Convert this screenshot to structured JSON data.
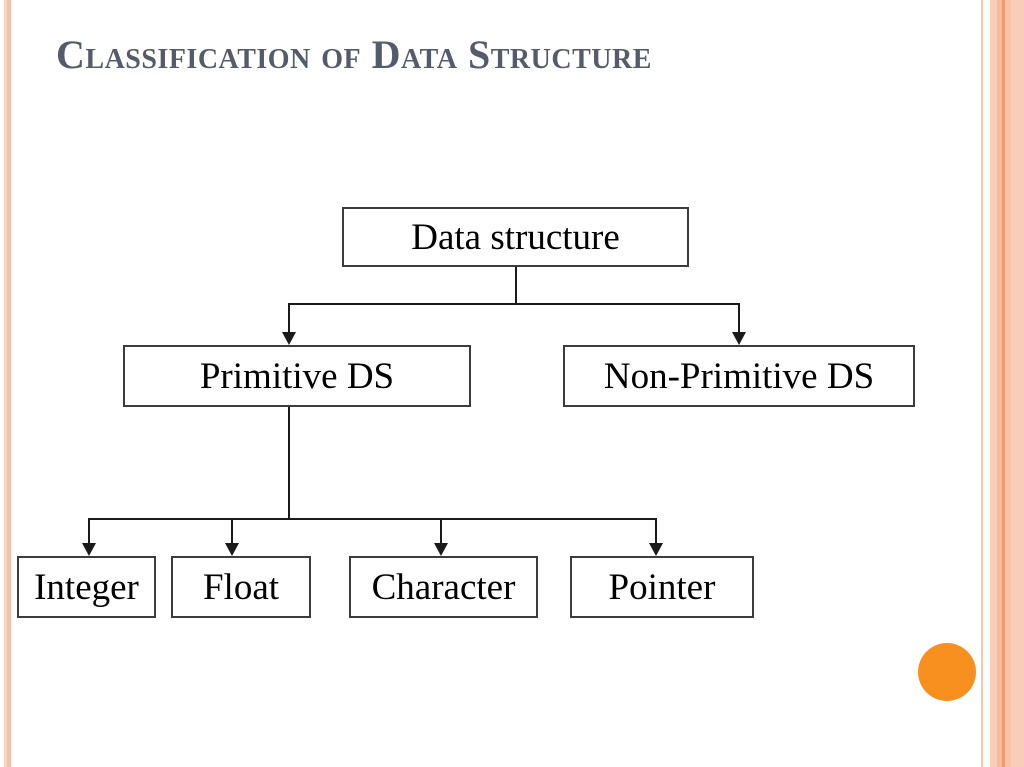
{
  "slide": {
    "title": "Classification of Data Structure",
    "background_color": "#ffffff",
    "title_color": "#545c6b"
  },
  "decoration": {
    "accent_color": "#f7901e",
    "stripe_color": "#f9cdb8",
    "dot_name": "orange-circle"
  },
  "chart_data": {
    "type": "diagram",
    "title": "Classification of Data Structure",
    "nodes": [
      {
        "id": "root",
        "label": "Data structure",
        "level": 0
      },
      {
        "id": "primitive",
        "label": "Primitive DS",
        "level": 1
      },
      {
        "id": "non_primitive",
        "label": "Non-Primitive DS",
        "level": 1
      },
      {
        "id": "integer",
        "label": "Integer",
        "level": 2
      },
      {
        "id": "float",
        "label": "Float",
        "level": 2
      },
      {
        "id": "character",
        "label": "Character",
        "level": 2
      },
      {
        "id": "pointer",
        "label": "Pointer",
        "level": 2
      }
    ],
    "edges": [
      {
        "from": "root",
        "to": "primitive"
      },
      {
        "from": "root",
        "to": "non_primitive"
      },
      {
        "from": "primitive",
        "to": "integer"
      },
      {
        "from": "primitive",
        "to": "float"
      },
      {
        "from": "primitive",
        "to": "character"
      },
      {
        "from": "primitive",
        "to": "pointer"
      }
    ]
  }
}
